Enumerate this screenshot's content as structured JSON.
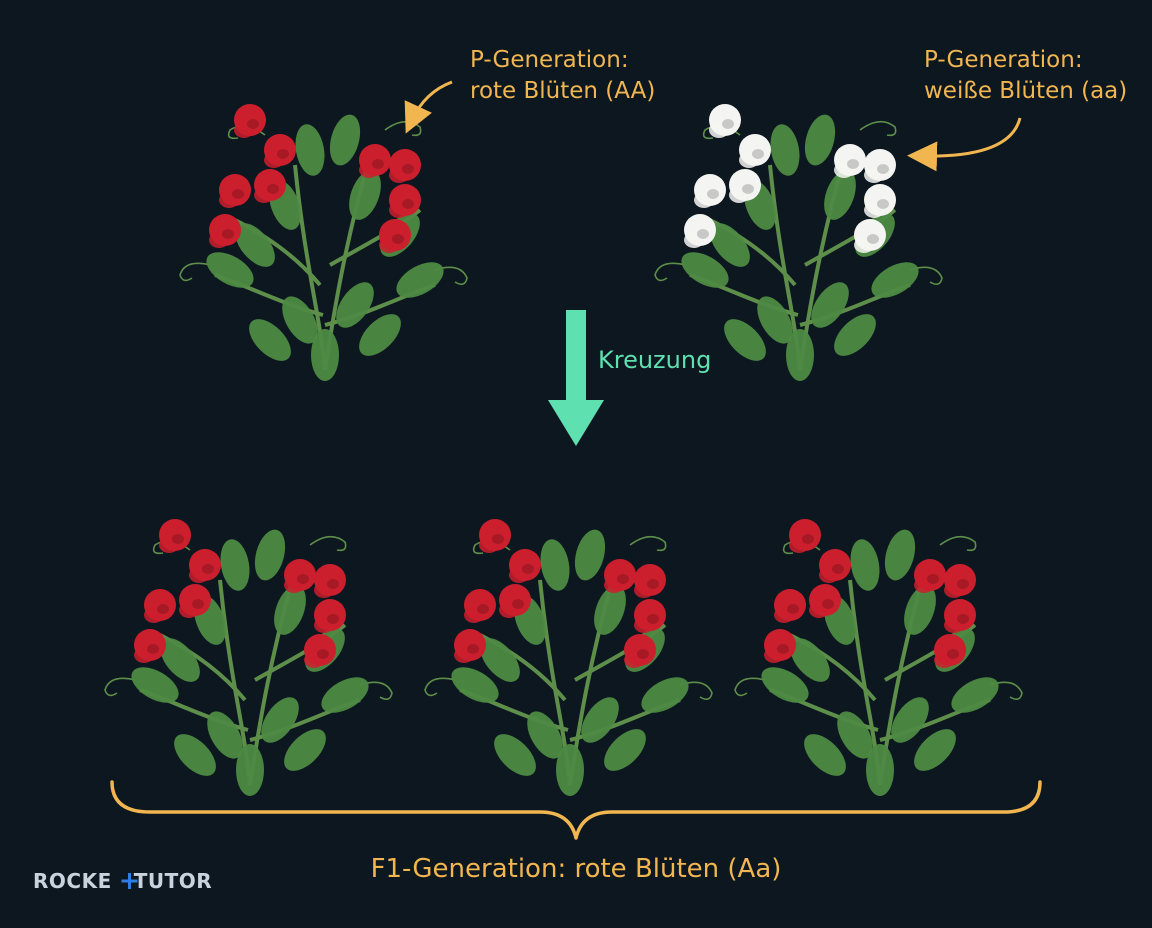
{
  "parent_red": {
    "line1": "P-Generation:",
    "line2": "rote Blüten (AA)",
    "flower_color": "#cc1f2e"
  },
  "parent_white": {
    "line1": "P-Generation:",
    "line2": "weiße Blüten (aa)",
    "flower_color": "#f4f4f2"
  },
  "cross": {
    "label": "Kreuzung",
    "arrow_color": "#5fe0b0"
  },
  "f1": {
    "label": "F1-Generation: rote Blüten (Aa)",
    "flower_color": "#cc1f2e"
  },
  "logo": {
    "text": "ROCKETUTOR"
  },
  "colors": {
    "background": "#0d1720",
    "annotation": "#f2b650",
    "leaf": "#4d8a43",
    "stem": "#5e8f4a"
  }
}
